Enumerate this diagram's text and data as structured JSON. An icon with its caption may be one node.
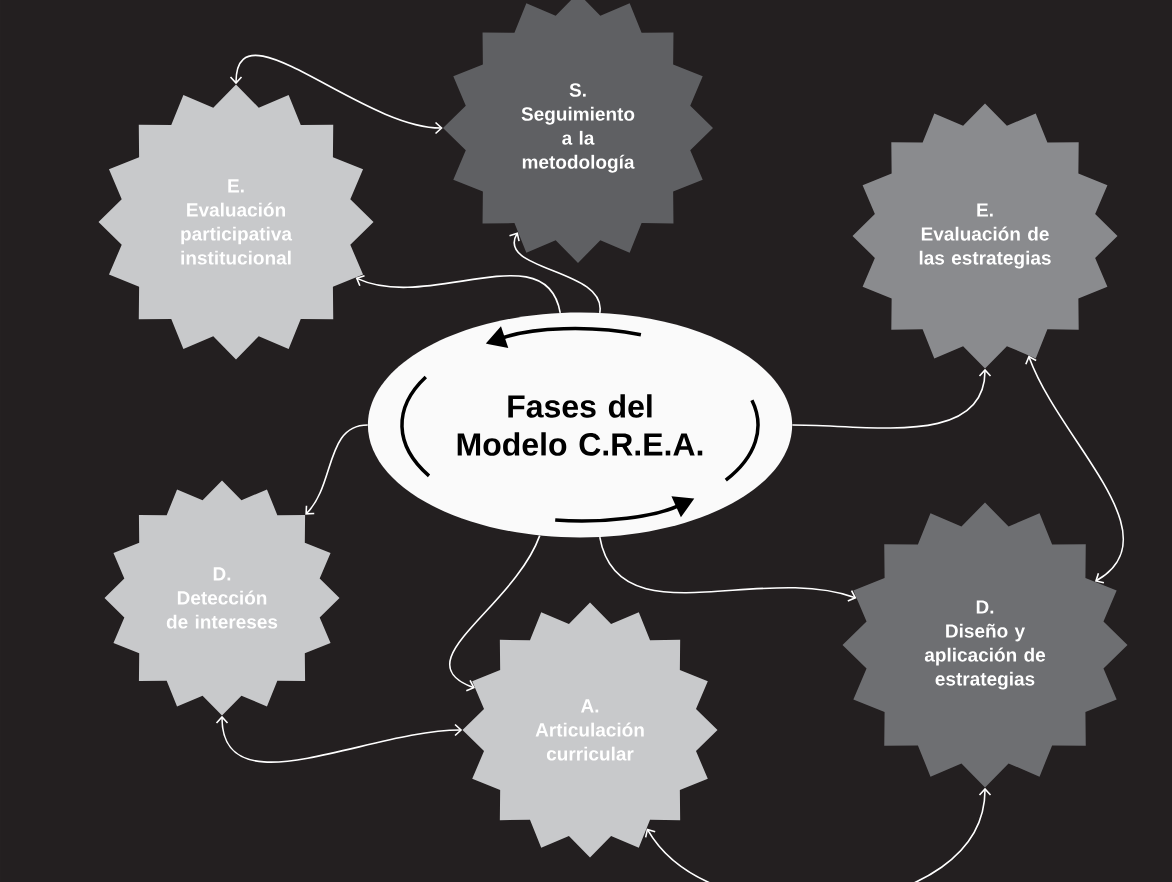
{
  "diagram": {
    "nodes": [
      {
        "text": [
          "S.",
          "Seguimiento a la metodología"
        ]
      },
      {
        "text": [
          "E.",
          "Evaluación participativa institucional"
        ]
      },
      {
        "text": [
          "E.",
          "Evaluación de las estrategias"
        ]
      },
      {
        "text": [
          "Fases del Modelo C.R.E.A."
        ]
      },
      {
        "text": [
          "D.",
          "Detección de intereses"
        ]
      },
      {
        "text": [
          "D.",
          "Diseño y aplicación de estrategias"
        ]
      },
      {
        "text": [
          "A.",
          "Articulación curricular"
        ]
      }
    ],
    "edges": [
      {
        "from": 1,
        "to": 0,
        "arrow": "both"
      },
      {
        "from": 3,
        "to": 1,
        "arrow": "to"
      },
      {
        "from": 3,
        "to": 0,
        "arrow": "to"
      },
      {
        "from": 3,
        "to": 2,
        "arrow": "to"
      },
      {
        "from": 3,
        "to": 4,
        "arrow": "to"
      },
      {
        "from": 3,
        "to": 5,
        "arrow": "to"
      },
      {
        "from": 3,
        "to": 6,
        "arrow": "to"
      },
      {
        "from": 4,
        "to": 6,
        "arrow": "both"
      },
      {
        "from": 6,
        "to": 5,
        "arrow": "both"
      },
      {
        "from": 5,
        "to": 2,
        "arrow": "both"
      }
    ]
  }
}
